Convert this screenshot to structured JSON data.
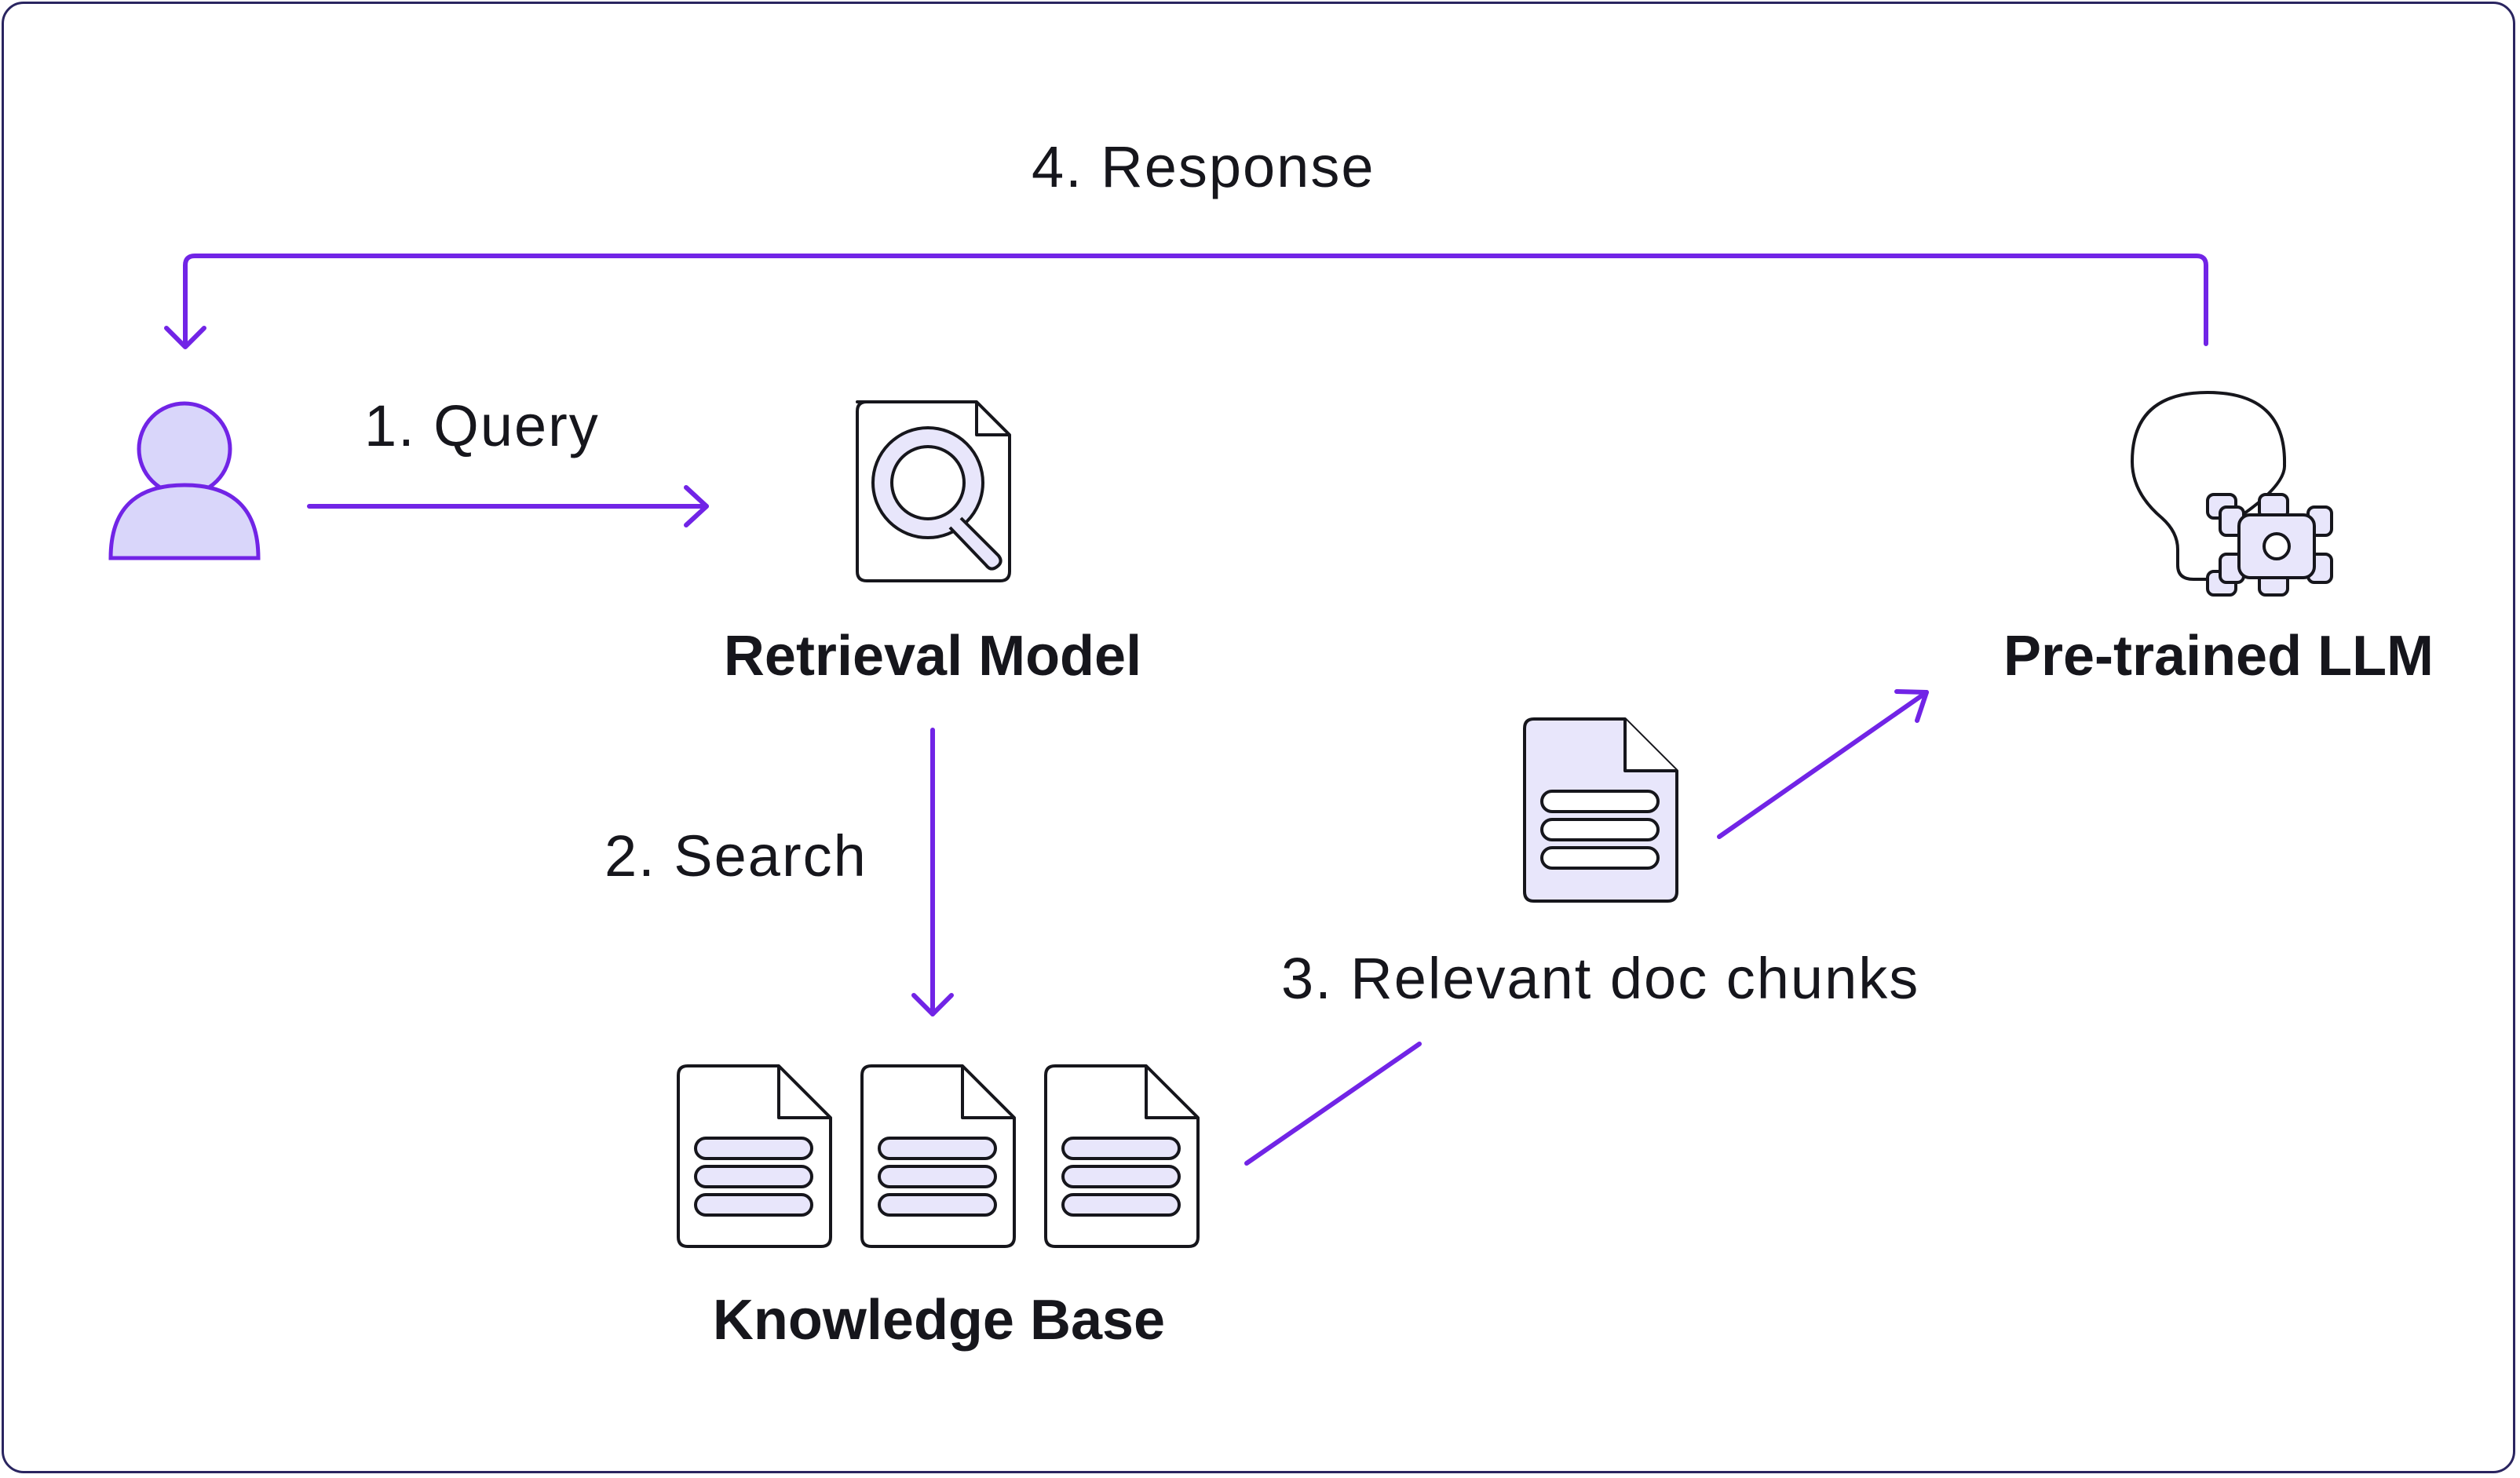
{
  "steps": {
    "response": "4. Response",
    "query": "1. Query",
    "search": "2. Search",
    "chunks": "3. Relevant doc chunks"
  },
  "nodes": {
    "retrieval_model": "Retrieval Model",
    "pretrained_llm": "Pre-trained LLM",
    "knowledge_base": "Knowledge Base"
  },
  "colors": {
    "arrow": "#7124e6",
    "icon_fill": "#e8e6fb",
    "user_fill": "#d9d6fa",
    "stroke": "#16161c"
  }
}
